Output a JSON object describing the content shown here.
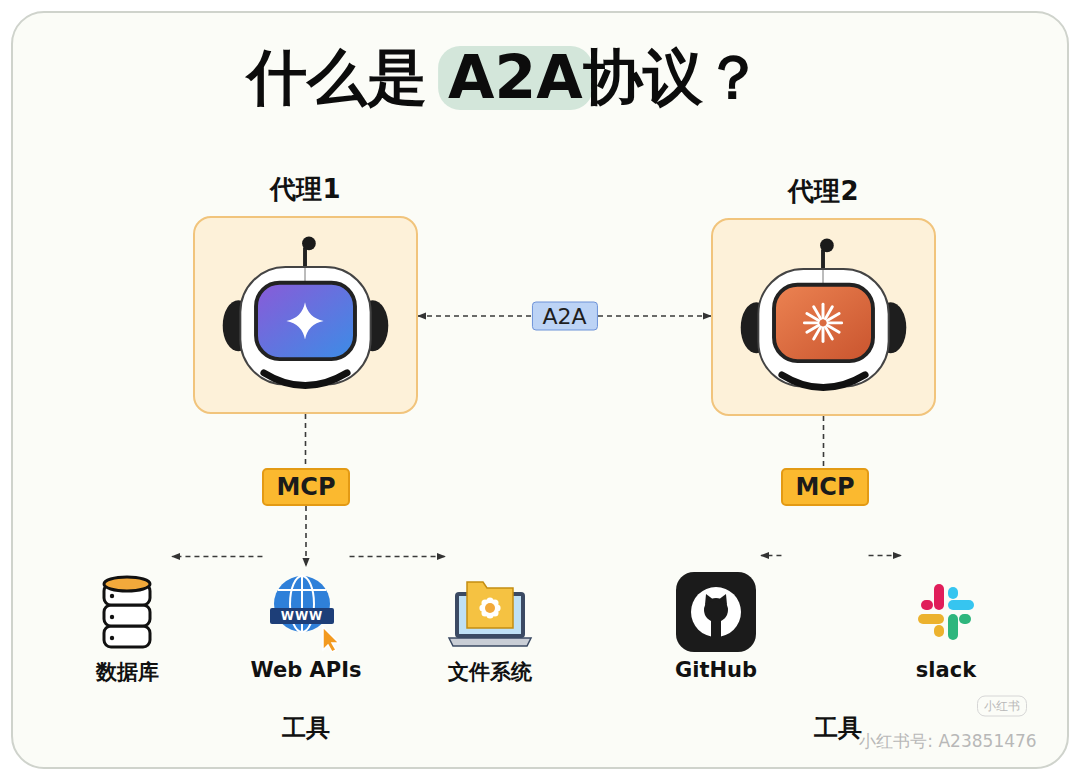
{
  "diagram": {
    "title": "什么是 A2A协议？",
    "nodes": [
      {
        "text": [
          "代理1"
        ]
      },
      {
        "text": [
          "代理2"
        ]
      },
      {
        "text": [
          "MCP"
        ]
      },
      {
        "text": [
          "MCP"
        ]
      },
      {
        "text": [
          "数据库"
        ]
      },
      {
        "text": [
          "Web APIs"
        ]
      },
      {
        "text": [
          "文件系统"
        ]
      },
      {
        "text": [
          "GitHub"
        ]
      },
      {
        "text": [
          "slack"
        ]
      }
    ],
    "edges": [
      {
        "from": 0,
        "to": 1,
        "label": "A2A",
        "arrow": "both"
      },
      {
        "from": 0,
        "to": 2,
        "arrow": "none"
      },
      {
        "from": 1,
        "to": 3,
        "arrow": "none"
      },
      {
        "from": 2,
        "to": 4,
        "arrow": "to"
      },
      {
        "from": 2,
        "to": 5,
        "arrow": "to"
      },
      {
        "from": 2,
        "to": 6,
        "arrow": "to"
      },
      {
        "from": 3,
        "to": 7,
        "arrow": "to"
      },
      {
        "from": 3,
        "to": 8,
        "arrow": "to"
      }
    ],
    "labels": [
      "WWW",
      "工具",
      "工具",
      "小红书",
      "小红书号: A23851476"
    ]
  }
}
